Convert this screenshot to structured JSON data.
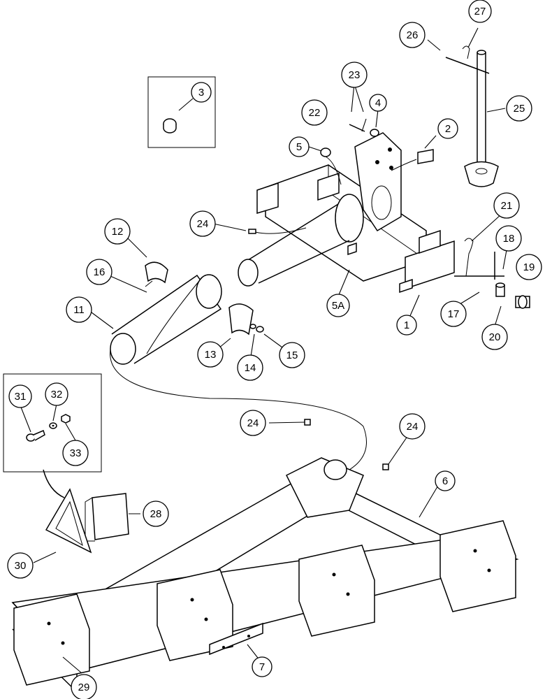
{
  "figure": {
    "type": "exploded-parts-diagram",
    "colors": {
      "ink": "#000000",
      "paper": "#ffffff"
    }
  },
  "callouts": [
    {
      "id": "c1",
      "label": "1"
    },
    {
      "id": "c2",
      "label": "2"
    },
    {
      "id": "c3",
      "label": "3"
    },
    {
      "id": "c4",
      "label": "4"
    },
    {
      "id": "c5",
      "label": "5"
    },
    {
      "id": "c5a",
      "label": "5A"
    },
    {
      "id": "c6",
      "label": "6"
    },
    {
      "id": "c7",
      "label": "7"
    },
    {
      "id": "c11",
      "label": "11"
    },
    {
      "id": "c12",
      "label": "12"
    },
    {
      "id": "c13",
      "label": "13"
    },
    {
      "id": "c14",
      "label": "14"
    },
    {
      "id": "c15",
      "label": "15"
    },
    {
      "id": "c16",
      "label": "16"
    },
    {
      "id": "c17",
      "label": "17"
    },
    {
      "id": "c18",
      "label": "18"
    },
    {
      "id": "c19",
      "label": "19"
    },
    {
      "id": "c20",
      "label": "20"
    },
    {
      "id": "c21",
      "label": "21"
    },
    {
      "id": "c22",
      "label": "22"
    },
    {
      "id": "c23",
      "label": "23"
    },
    {
      "id": "c24a",
      "label": "24"
    },
    {
      "id": "c24b",
      "label": "24"
    },
    {
      "id": "c24c",
      "label": "24"
    },
    {
      "id": "c25",
      "label": "25"
    },
    {
      "id": "c26",
      "label": "26"
    },
    {
      "id": "c27",
      "label": "27"
    },
    {
      "id": "c28",
      "label": "28"
    },
    {
      "id": "c29",
      "label": "29"
    },
    {
      "id": "c30",
      "label": "30"
    },
    {
      "id": "c31",
      "label": "31"
    },
    {
      "id": "c32",
      "label": "32"
    },
    {
      "id": "c33",
      "label": "33"
    }
  ]
}
